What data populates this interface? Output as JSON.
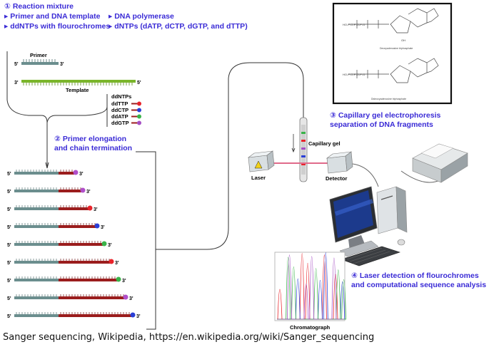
{
  "steps": {
    "s1": {
      "num": "①",
      "title": "Reaction mixture"
    },
    "s1_items": [
      "Primer and DNA template",
      "ddNTPs with flourochromes",
      "DNA polymerase",
      "dNTPs (dATP, dCTP, dGTP, and dTTP)"
    ],
    "s2": {
      "num": "②",
      "line1": "Primer elongation",
      "line2": "and chain termination"
    },
    "s3": {
      "num": "③",
      "line1": "Capillary gel electrophoresis",
      "line2": "separation of DNA fragments"
    },
    "s4": {
      "num": "④",
      "line1": "Laser detection of flourochromes",
      "line2": "and computational sequence analysis"
    }
  },
  "labels": {
    "primer": "Primer",
    "template": "Template",
    "five": "5'",
    "three": "3'",
    "ddntps_title": "ddNTPs",
    "capillary_gel": "Capillary gel",
    "laser": "Laser",
    "detector": "Detector",
    "chromatograph": "Chromatograph",
    "deoxy_caption": "Deoxyadenosine triphosphate",
    "dideoxy_caption": "Dideoxyadenosine triphosphate"
  },
  "ddntp_legend": [
    {
      "name": "ddTTP",
      "color": "#e8242b"
    },
    {
      "name": "ddCTP",
      "color": "#2a3fd6"
    },
    {
      "name": "ddATP",
      "color": "#3ab34a"
    },
    {
      "name": "ddGTP",
      "color": "#a54fc4"
    }
  ],
  "fragments": [
    {
      "end": "#b04fc9"
    },
    {
      "end": "#b04fc9"
    },
    {
      "end": "#e8242b"
    },
    {
      "end": "#2a3fd6"
    },
    {
      "end": "#3ab34a"
    },
    {
      "end": "#e8242b"
    },
    {
      "end": "#3ab34a"
    },
    {
      "end": "#b04fc9"
    },
    {
      "end": "#2a3fd6"
    }
  ],
  "colors": {
    "accent_blue": "#3a2bd6",
    "primer_strand": "#6b8e8e",
    "template_strand": "#7ab52a",
    "extension": "#9b1d1d"
  },
  "caption": "Sanger sequencing, Wikipedia, https://en.wikipedia.org/wiki/Sanger_sequencing"
}
